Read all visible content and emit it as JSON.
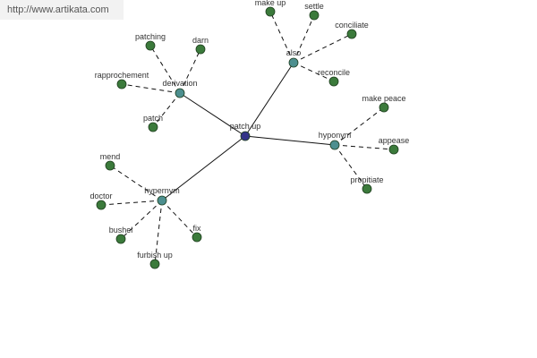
{
  "watermark": "http://www.artikata.com",
  "colors": {
    "center": "#333388",
    "relation": "#4d8f8f",
    "leaf": "#3b7a3b",
    "solid_edge": "#111111",
    "dashed_edge": "#111111"
  },
  "graph": {
    "center": "patch up",
    "relations": [
      {
        "label": "derivation",
        "words": [
          "patching",
          "darn",
          "rapprochement",
          "patch"
        ]
      },
      {
        "label": "also",
        "words": [
          "make up",
          "settle",
          "conciliate",
          "reconcile"
        ]
      },
      {
        "label": "hyponym",
        "words": [
          "make peace",
          "appease",
          "propitiate"
        ]
      },
      {
        "label": "hypernym",
        "words": [
          "mend",
          "doctor",
          "bushel",
          "furbish up",
          "fix"
        ]
      }
    ]
  }
}
